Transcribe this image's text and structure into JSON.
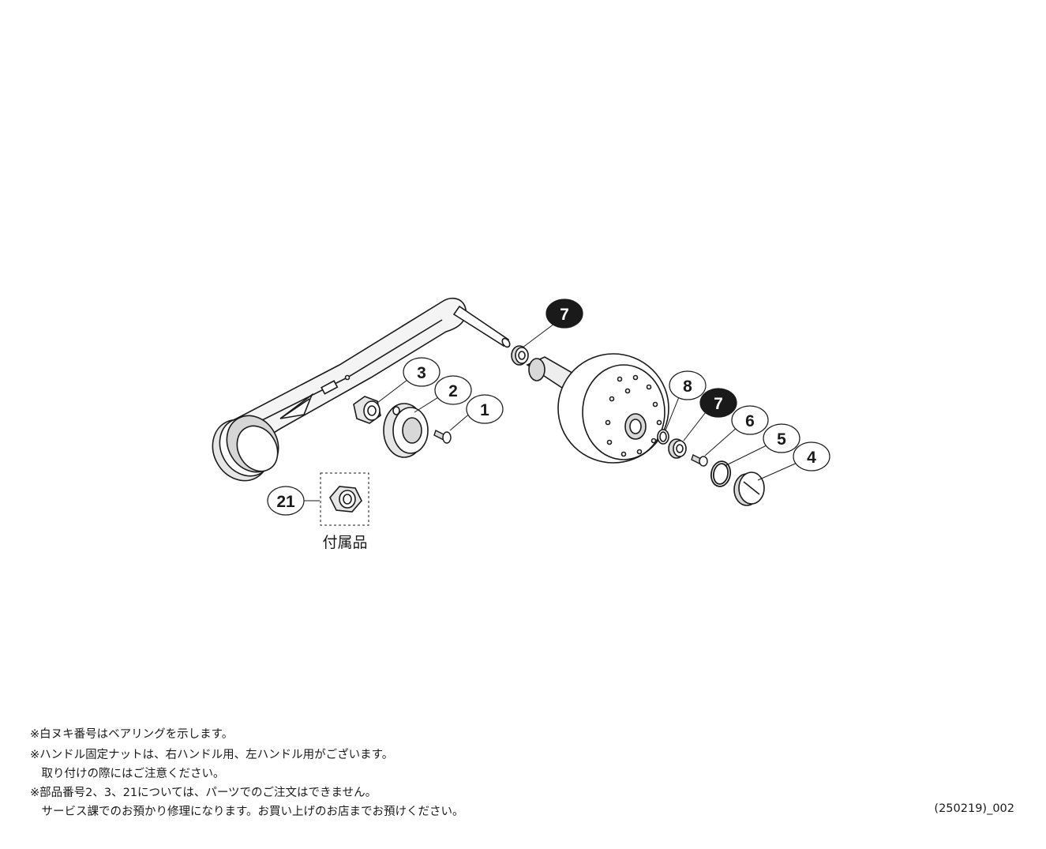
{
  "parts": [
    {
      "id": "p7a",
      "number": "7",
      "bearing": true
    },
    {
      "id": "p3",
      "number": "3",
      "bearing": false
    },
    {
      "id": "p2",
      "number": "2",
      "bearing": false
    },
    {
      "id": "p1",
      "number": "1",
      "bearing": false
    },
    {
      "id": "p8",
      "number": "8",
      "bearing": false
    },
    {
      "id": "p7b",
      "number": "7",
      "bearing": true
    },
    {
      "id": "p6",
      "number": "6",
      "bearing": false
    },
    {
      "id": "p5",
      "number": "5",
      "bearing": false
    },
    {
      "id": "p4",
      "number": "4",
      "bearing": false
    },
    {
      "id": "p21",
      "number": "21",
      "bearing": false
    }
  ],
  "accessory_label": "付属品",
  "notes": [
    {
      "line1": "※白ヌキ番号はベアリングを示します。",
      "line2": ""
    },
    {
      "line1": "※ハンドル固定ナットは、右ハンドル用、左ハンドル用がございます。",
      "line2": "　取り付けの際にはご注意ください。"
    },
    {
      "line1": "※部品番号2、3、21については、パーツでのご注文はできません。",
      "line2": "　サービス課でのお預かり修理になります。お買い上げのお店までお預けください。"
    }
  ],
  "doc_code": "(250219)_002",
  "colors": {
    "line": "#1a1a1a",
    "bearing_fill": "#1a1a1a",
    "bearing_text": "#ffffff",
    "part_fill": "#ffffff",
    "shade": "#d8d8d8"
  }
}
